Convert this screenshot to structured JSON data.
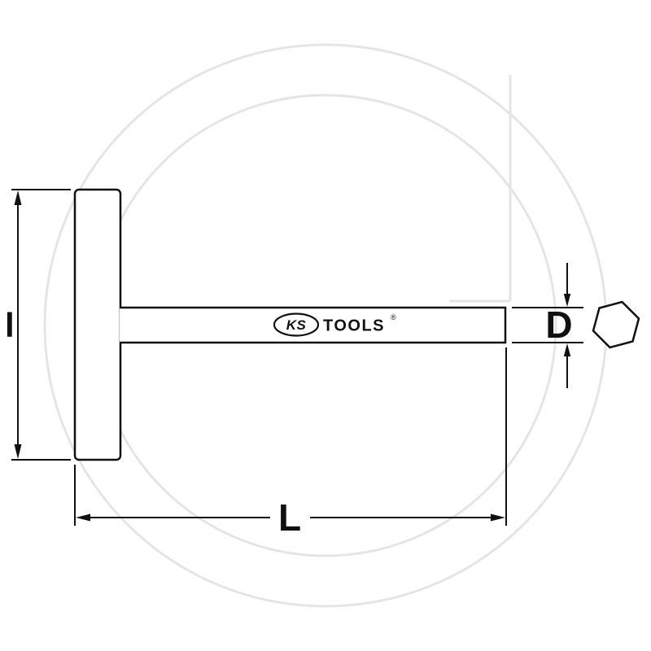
{
  "brand": {
    "ks": "KS",
    "tools": "TOOLS",
    "registered": "®"
  },
  "dimensions": {
    "height_label": "l",
    "length_label": "L",
    "diameter_label": "D"
  },
  "icons": {
    "hex_socket": "hex-socket-icon"
  },
  "colors": {
    "line": "#111111",
    "watermark": "#e5e5e5",
    "background": "#ffffff"
  }
}
